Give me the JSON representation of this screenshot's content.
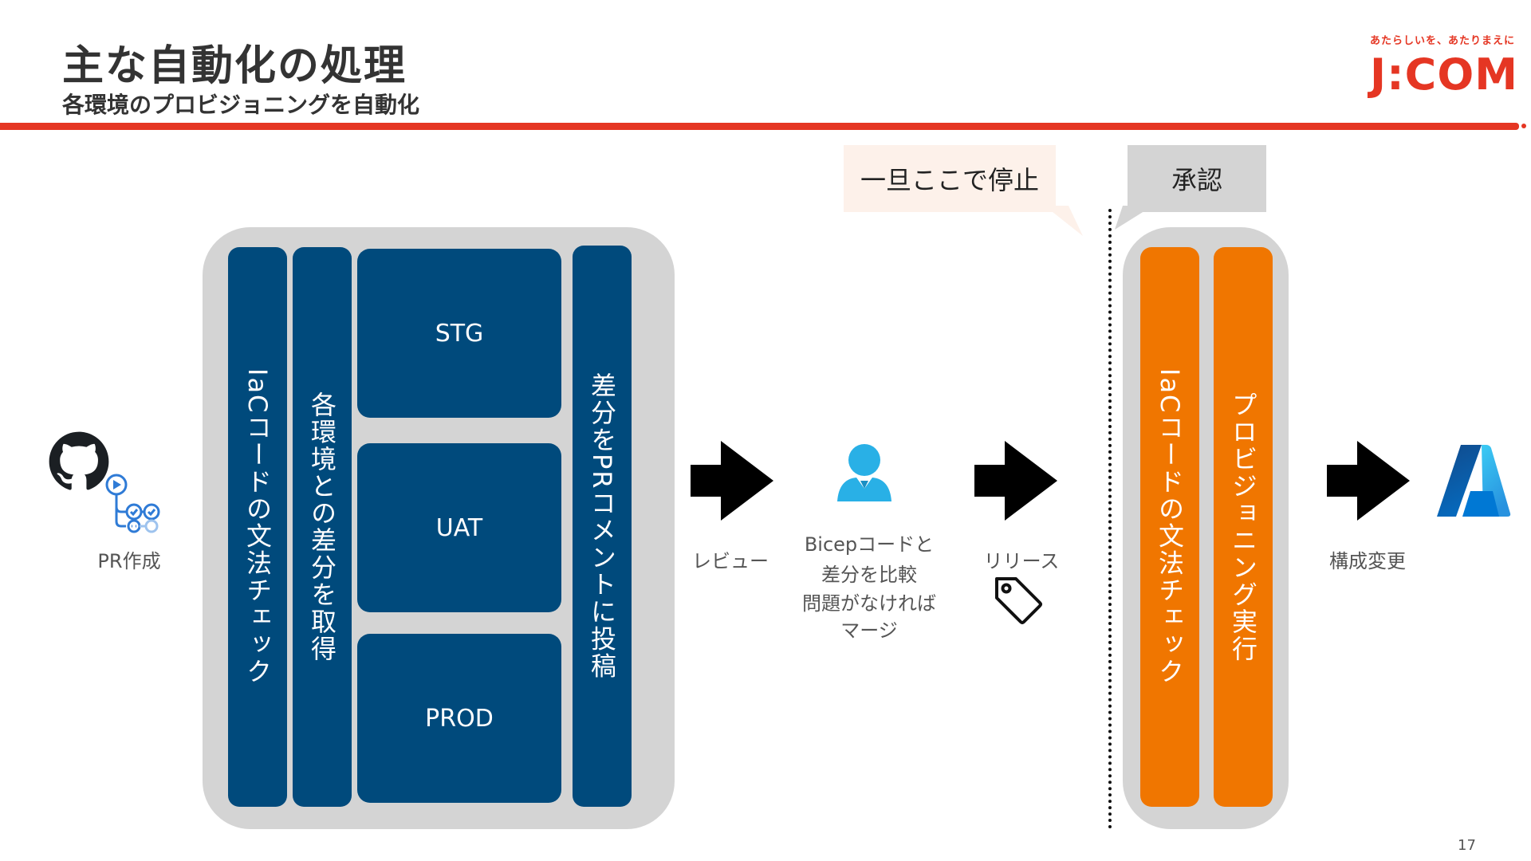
{
  "header": {
    "title": "主な自動化の処理",
    "subtitle": "各環境のプロビジョニングを自動化"
  },
  "logo": {
    "tagline": "あたらしいを、あたりまえに",
    "name": "J:COM",
    "color": "#e53623"
  },
  "page_number": "17",
  "left_panel": {
    "syntax_check": "IaCコードの文法チェック",
    "diff_fetch": "各環境との差分を取得",
    "environments": [
      "STG",
      "UAT",
      "PROD"
    ],
    "pr_comment": "差分をPRコメントに投稿",
    "color": "#004a7c"
  },
  "start": {
    "label": "PR作成",
    "icons": [
      "github-icon",
      "github-actions-icon"
    ]
  },
  "review": {
    "label": "レビュー",
    "description": [
      "Bicepコードと",
      "差分を比較",
      "問題がなければ",
      "マージ"
    ],
    "icon": "user-icon"
  },
  "release": {
    "label": "リリース",
    "icon": "tag-icon"
  },
  "callouts": {
    "stop": "一旦ここで停止",
    "approval": "承認"
  },
  "right_panel": {
    "syntax_check": "IaCコードの文法チェック",
    "provisioning": "プロビジョニング実行",
    "color": "#f07600"
  },
  "end": {
    "label": "構成変更",
    "icon": "azure-icon"
  }
}
